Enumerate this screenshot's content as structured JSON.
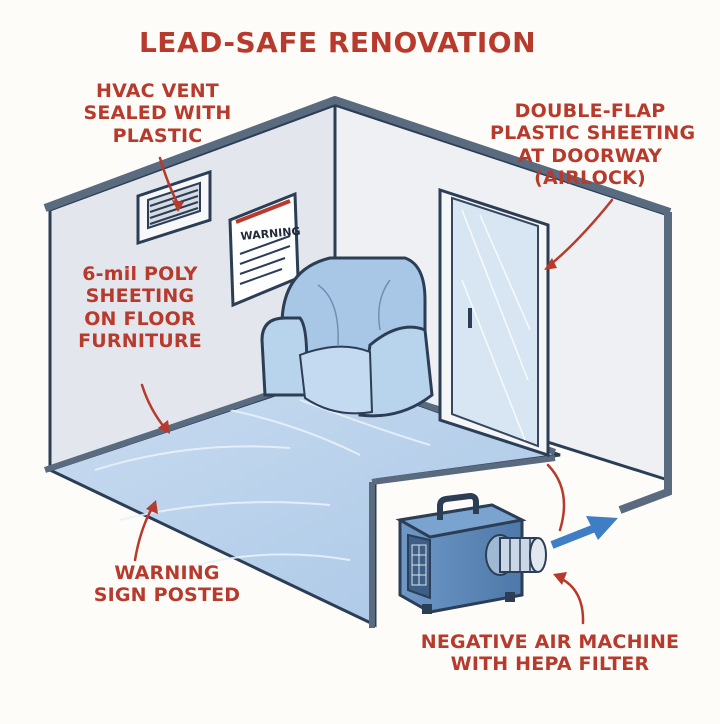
{
  "title": "LEAD-SAFE RENOVATION",
  "labels": {
    "hvac": [
      "HVAC VENT",
      "SEALED WITH",
      "PLASTIC"
    ],
    "doorway": [
      "DOUBLE-FLAP",
      "PLASTIC SHEETING",
      "AT DOORWAY",
      "(AIRLOCK)"
    ],
    "poly": [
      "6-mil POLY",
      "SHEETING",
      "ON FLOOR",
      "FURNITURE"
    ],
    "warning": [
      "WARNING",
      "SIGN POSTED"
    ],
    "negative_air": [
      "NEGATIVE AIR MACHINE",
      "WITH HEPA FILTER"
    ]
  },
  "sign_text": "WARNING",
  "colors": {
    "label_red": "#b73a2c",
    "outline": "#2c3e55",
    "wall_left": "#e3e6ec",
    "wall_right": "#eef0f3",
    "plastic": "#b8d3ec",
    "machine": "#5a86b8",
    "arrow": "#3f7ec5"
  }
}
